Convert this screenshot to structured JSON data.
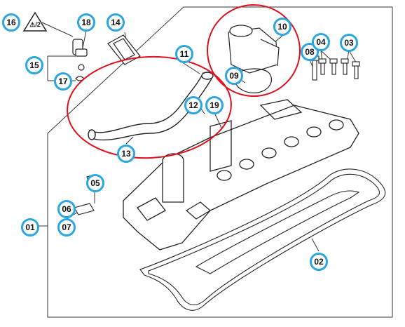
{
  "diagram": {
    "callouts": {
      "c01": "01",
      "c02": "02",
      "c03": "03",
      "c04": "04",
      "c05": "05",
      "c06": "06",
      "c07": "07",
      "c08": "08",
      "c09": "09",
      "c10": "10",
      "c11": "11",
      "c12": "12",
      "c13": "13",
      "c14": "14",
      "c15": "15",
      "c16": "16",
      "c17": "17",
      "c18": "18",
      "c19": "19"
    },
    "warning_symbol_text": "⚠/2",
    "highlight_color": "#e0101c",
    "callout_color": "#2aa7e0",
    "line_color": "#222222"
  }
}
